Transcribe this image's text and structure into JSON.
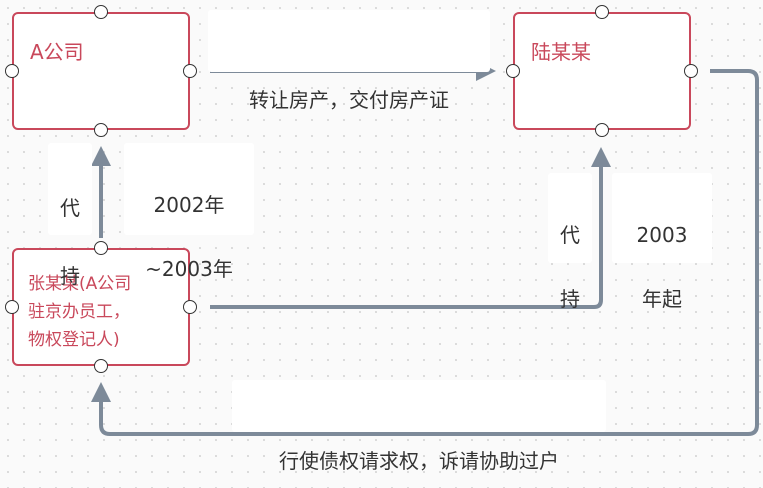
{
  "nodes": {
    "company_a": "A公司",
    "lu": "陆某某",
    "zhang": [
      "张某某(A公司",
      "驻京办员工，",
      "物权登记人)"
    ]
  },
  "labels": {
    "transfer": "转让房产，交付房产证",
    "proxy_left": [
      "代",
      "持"
    ],
    "years_left": [
      "2002年",
      "~2003年"
    ],
    "proxy_right": [
      "代",
      "持"
    ],
    "years_right": [
      "2003",
      "年起"
    ],
    "claim": "行使债权请求权，诉请协助过户"
  },
  "colors": {
    "node_border": "#c9485b",
    "node_text": "#c9485b",
    "connector": "#7d8a99",
    "label_text": "#333333"
  }
}
